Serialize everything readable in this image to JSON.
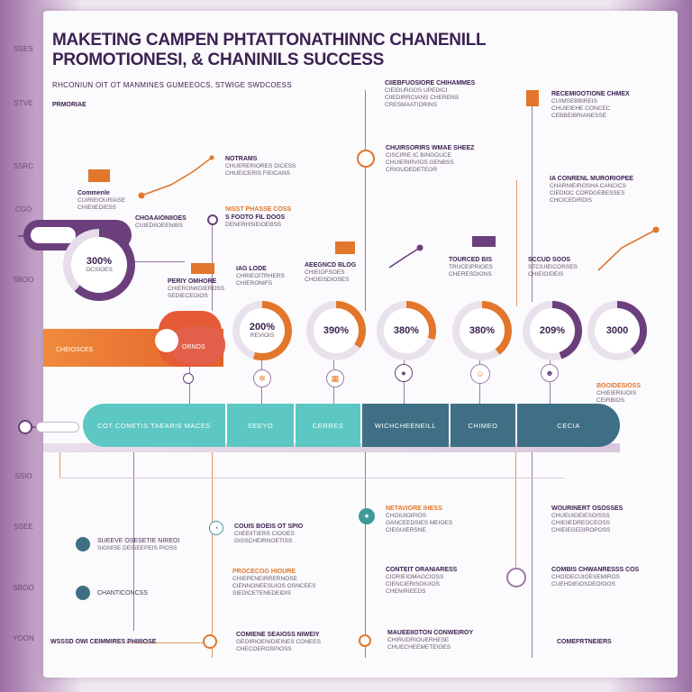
{
  "title_line1": "MAKETING CAMPEN PHTATTONATHINNC CHANENILL",
  "title_line2": "PROMOTIONESI, & CHANINILS SUCCESS",
  "subtitle": "RHCONIUN OIT OT MANMINES GUMEEOCS, STWIGE SWDCOESS",
  "section_label": "PRMORIAE",
  "side_labels": [
    "SSES",
    "STVE",
    "SSRC",
    "CGO",
    "SBOO",
    "SSIO",
    "SSEE",
    "SBOO",
    "YOON"
  ],
  "top_labels": [
    {
      "head": "NOTRAMS",
      "lines": [
        "CHUERERIORES DICESS",
        "CHUEICERIS FIEICANS"
      ]
    },
    {
      "head": "CIIEBFUOSIORE CHIHAMMES",
      "lines": [
        "CIEIDURGOS UPEDICI",
        "CIIEDIRRCIANS CHERENS",
        "CRESMAATIORINS"
      ]
    },
    {
      "head": "CHUIRSORIRS WMAE SHEEZ",
      "lines": [
        "CISCIRIE IC BINGOUCE",
        "CHUIERIRVIOS GENBSS",
        "CRIGUDEDETEOR"
      ]
    },
    {
      "head": "RECEMIOOTIONE CHMEX",
      "lines": [
        "CUIMSEBBIREIS",
        "CHUIEIEHE CONCEC",
        "CEBBEIBRIANESSE"
      ]
    },
    {
      "head": "IA CONRENL MURORIOPEE",
      "lines": [
        "CHARNIEIROSHA CANCICS",
        "CIEDIOC CORDGEBESSES",
        "CHCICEDIRDIS"
      ]
    }
  ],
  "mid_labels": [
    {
      "head": "Commenle",
      "lines": [
        "CUIRIEIOURIASE",
        "CHIEIIEDIESS"
      ]
    },
    {
      "head": "CHOAAIONIIOES",
      "lines": [
        "CUIEDIIOEENIBS"
      ]
    },
    {
      "head": "NISST PHASSE COSS",
      "lines": [
        "S FOOTO FIL DOOS",
        "DENERHSIEIOEBSS"
      ]
    },
    {
      "head": "PERIY OMHORE",
      "lines": [
        "CHIERONIIOIEROSS",
        "SEDIECEOIOS"
      ]
    },
    {
      "head": "IAG LODE",
      "lines": [
        "CHRIEOITRHERS",
        "CHIERONIFS"
      ]
    },
    {
      "head": "AEEGNCD BLOG",
      "lines": [
        "CHIEIOFSOES",
        "CHOEISDIOSES"
      ]
    },
    {
      "head": "TOURCED BIS",
      "lines": [
        "TRUCEIPRIOES",
        "CHERESDIONS"
      ]
    },
    {
      "head": "SCCUD SOOS",
      "lines": [
        "STCIUIEICORSES",
        "CHIEIOIDEIS"
      ]
    }
  ],
  "big_donut": {
    "value": "300%",
    "label": "OCSIOES"
  },
  "donuts": [
    {
      "value": "200%",
      "label": "REVIOIS",
      "pct": 0.55,
      "color": "#e2762b"
    },
    {
      "value": "390%",
      "label": "",
      "pct": 0.35,
      "color": "#e2762b"
    },
    {
      "value": "380%",
      "label": "",
      "pct": 0.3,
      "color": "#e2762b"
    },
    {
      "value": "380%",
      "label": "",
      "pct": 0.4,
      "color": "#e2762b"
    },
    {
      "value": "209%",
      "label": "",
      "pct": 0.45,
      "color": "#6b3f7c"
    },
    {
      "value": "3000",
      "label": "",
      "pct": 0.4,
      "color": "#6b3f7c"
    }
  ],
  "orange_band": {
    "left": "CHEIOSCES",
    "right": "ORNOS"
  },
  "channels": [
    "COT CONETIS TAEARIS MACES",
    "SEEYO",
    "CERRES",
    "WICHCHEENEILL",
    "CHIMEO",
    "CECIA"
  ],
  "right_note": {
    "lines": [
      "BOOIDESIOSS",
      "CHIEIERIUOIS",
      "CEIRBIOS"
    ]
  },
  "bottom_left": [
    {
      "lines": [
        "SUEEVE OSESETIE NIREOI",
        "SIGNISE DEISEEPEIS PIOSS"
      ]
    },
    {
      "lines": [
        "CHANTICONCSS"
      ]
    }
  ],
  "bottom_col1": [
    {
      "head": "COUIS BOEIS OT SPIO",
      "lines": [
        "CIIEEIITIERS CIOOES",
        "GISSCHEIRNOETISS"
      ]
    },
    {
      "head": "PROCECOG HIOURE",
      "lines": [
        "CHIEPENEIRRERNOSE",
        "CIENNONEESUIOS OSNCEES",
        "SIEDICETENEDEIDIS"
      ]
    },
    {
      "head": "COMIENE SEAIOSS NIWEIY",
      "lines": [
        "GEOIRIOENIDIEINES CONEES",
        "CHECOEROSPIOSS"
      ]
    }
  ],
  "bottom_col2": [
    {
      "head": "NETAVIORE IHESS",
      "lines": [
        "CHOIUIOIPIOS",
        "GANCEEDSIES MEIOES",
        "CIEGUIERSNE"
      ]
    },
    {
      "head": "CONTEIT ORANIARESS",
      "lines": [
        "CIORIEIOMAGCIOSS",
        "CIENCIERISOIUIOS",
        "CHENIRIEEDS"
      ]
    },
    {
      "head": "MAUEEIIOTON CONWEIROY",
      "lines": [
        "CHIRUDRIOUERHESE",
        "CHUECHEEMETEIOES"
      ]
    }
  ],
  "bottom_col3": [
    {
      "head": "WOURINERT OSOSSES",
      "lines": [
        "CHUEUIOEIESOISSS",
        "CHIEIIEDREOCEOSS",
        "CHIEIEGEDIROPOSS"
      ]
    },
    {
      "head": "COMBIS CHWANRESSS COS",
      "lines": [
        "CHOIDECUIOESEMIROS",
        "CUEHDIEIOSDEOIOOS"
      ]
    },
    {
      "head": "",
      "lines": [
        "COMEFRTNEIERS"
      ]
    }
  ],
  "bottom_row_left": "WSSSD OWI CEIMMIRES PHIIIIOSE"
}
